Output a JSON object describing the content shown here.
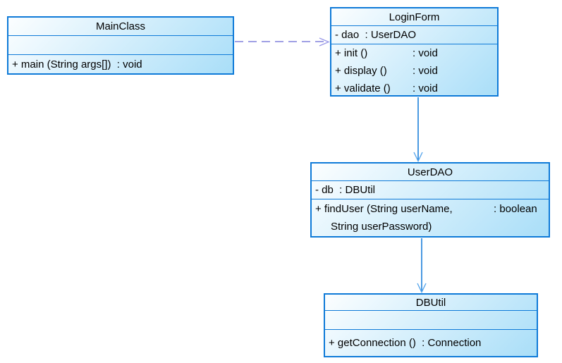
{
  "colors": {
    "background": "#ffffff",
    "text": "#000000",
    "border": "#0e7ad8",
    "fill_light": "#fcfeff",
    "fill_dark": "#a9def8",
    "dependency_line": "#8080dc",
    "dependency_head": "#9a9ae8",
    "association_line": "#0f78d8",
    "association_head": "#58a6eb"
  },
  "classes": [
    {
      "name": "MainClass",
      "attributes": [],
      "methods": [
        {
          "sig": "+ main (String args[])  : void",
          "type": ""
        }
      ]
    },
    {
      "name": "LoginForm",
      "attributes": [
        {
          "text": "- dao  : UserDAO"
        }
      ],
      "methods": [
        {
          "sig": "+ init ()",
          "type": ": void"
        },
        {
          "sig": "+ display ()",
          "type": ": void"
        },
        {
          "sig": "+ validate ()",
          "type": ": void"
        }
      ]
    },
    {
      "name": "UserDAO",
      "attributes": [
        {
          "text": "- db  : DBUtil"
        }
      ],
      "methods": [
        {
          "sig": "+ findUser (String userName,",
          "type": ": boolean"
        },
        {
          "sig": "String userPassword)",
          "type": ""
        }
      ]
    },
    {
      "name": "DBUtil",
      "attributes": [],
      "methods": [
        {
          "sig": "+ getConnection ()  : Connection",
          "type": ""
        }
      ]
    }
  ],
  "connectors": [
    {
      "from": "MainClass",
      "to": "LoginForm",
      "type": "dependency",
      "line": "dashed"
    },
    {
      "from": "LoginForm",
      "to": "UserDAO",
      "type": "directed-association",
      "line": "solid"
    },
    {
      "from": "UserDAO",
      "to": "DBUtil",
      "type": "directed-association",
      "line": "solid"
    }
  ]
}
